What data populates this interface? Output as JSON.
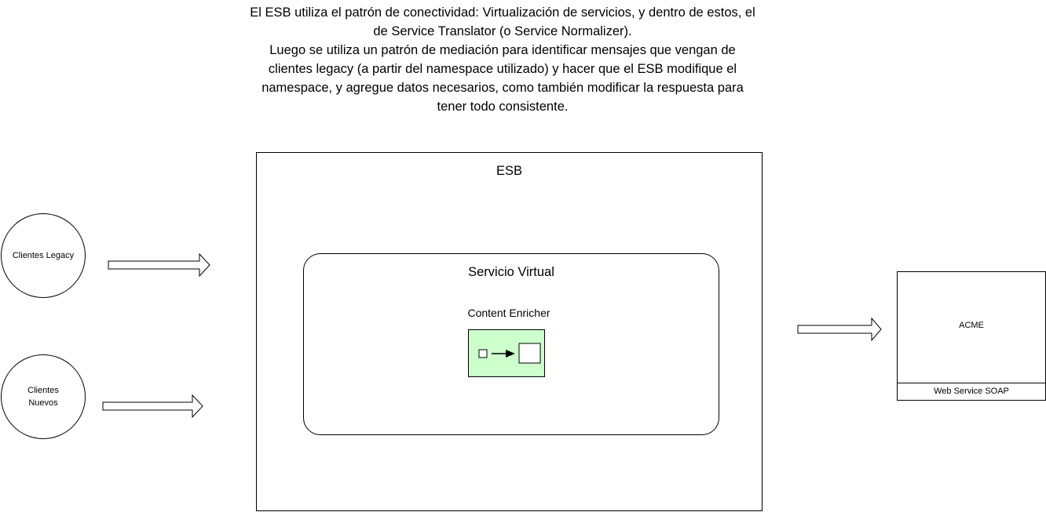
{
  "description": {
    "lines": [
      "El ESB utiliza el patrón de conectividad: Virtualización de servicios, y dentro de estos, el",
      "de Service Translator (o Service Normalizer).",
      "Luego se utiliza un patrón de mediación para identificar mensajes que vengan de",
      "clientes legacy (a partir del namespace utilizado) y hacer que el ESB modifique el",
      "namespace, y agregue datos necesarios, como también modificar la respuesta para",
      "tener todo consistente."
    ]
  },
  "clients": {
    "legacy": "Clientes Legacy",
    "nuevos_line1": "Clientes",
    "nuevos_line2": "Nuevos"
  },
  "esb": {
    "title": "ESB",
    "servicio_virtual": {
      "title": "Servicio Virtual",
      "content_enricher": {
        "label": "Content Enricher",
        "icon": "content-enricher-icon",
        "fill_color": "#ccffcc"
      }
    }
  },
  "acme": {
    "title": "ACME",
    "interface_label": "Web Service SOAP"
  },
  "colors": {
    "stroke": "#000000",
    "background": "#ffffff",
    "enricher_fill": "#ccffcc"
  }
}
